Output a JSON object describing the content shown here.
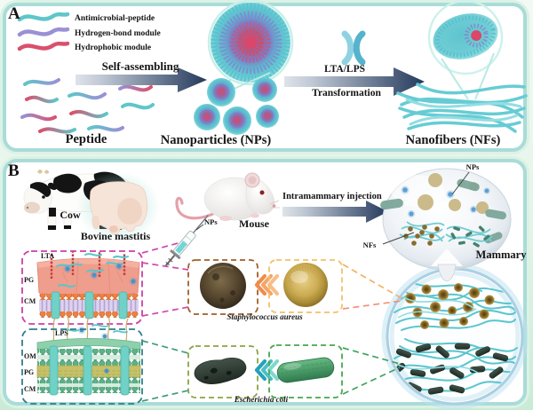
{
  "panel_a": {
    "label": "A",
    "legend": [
      {
        "name": "antimicrobial-peptide",
        "label": "Antimicrobial-peptide",
        "color": "#5fc6c9"
      },
      {
        "name": "hydrogen-bond-module",
        "label": "Hydrogen-bond module",
        "color": "#9a90d4"
      },
      {
        "name": "hydrophobic-module",
        "label": "Hydrophobic module",
        "color": "#d9506e"
      }
    ],
    "peptide_label": "Peptide",
    "arrow1_label": "Self-assembling",
    "nanoparticles_label": "Nanoparticles (NPs)",
    "trigger_label": "LTA/LPS",
    "arrow2_label": "Transformation",
    "nanofibers_label": "Nanofibers (NFs)"
  },
  "panel_b": {
    "label": "B",
    "cow_label": "Cow",
    "bovine_mastitis_label": "Bovine mastitis",
    "mouse_label": "Mouse",
    "syringe_nps_label": "NPs",
    "injection_arrow_label": "Intramammary injection",
    "mammary": {
      "nps_label": "NPs",
      "nfs_label": "NFs",
      "label": "Mammary"
    },
    "gram_positive_membrane": {
      "labels": [
        "LTA",
        "PG",
        "CM"
      ]
    },
    "gram_negative_membrane": {
      "labels": [
        "LPS",
        "OM",
        "PG",
        "CM"
      ]
    },
    "staphylococcus_label": "Staphylococcus aureus",
    "escherichia_label": "Escherichia coli"
  },
  "colors": {
    "panel_border": "#a9dcd8",
    "arrow_navy": "#24395c",
    "fiber_teal": "#5ac5ce",
    "antimicrobial_teal": "#5fc6c9",
    "hbond_purple": "#9a90d4",
    "hydrophobic_red": "#d9506e",
    "staph_gold": "#c9a94e",
    "ecoli_green": "#3f9d64",
    "gram_positive_dash": "#cf49ab",
    "gram_negative_dash": "#2e7f8c"
  }
}
